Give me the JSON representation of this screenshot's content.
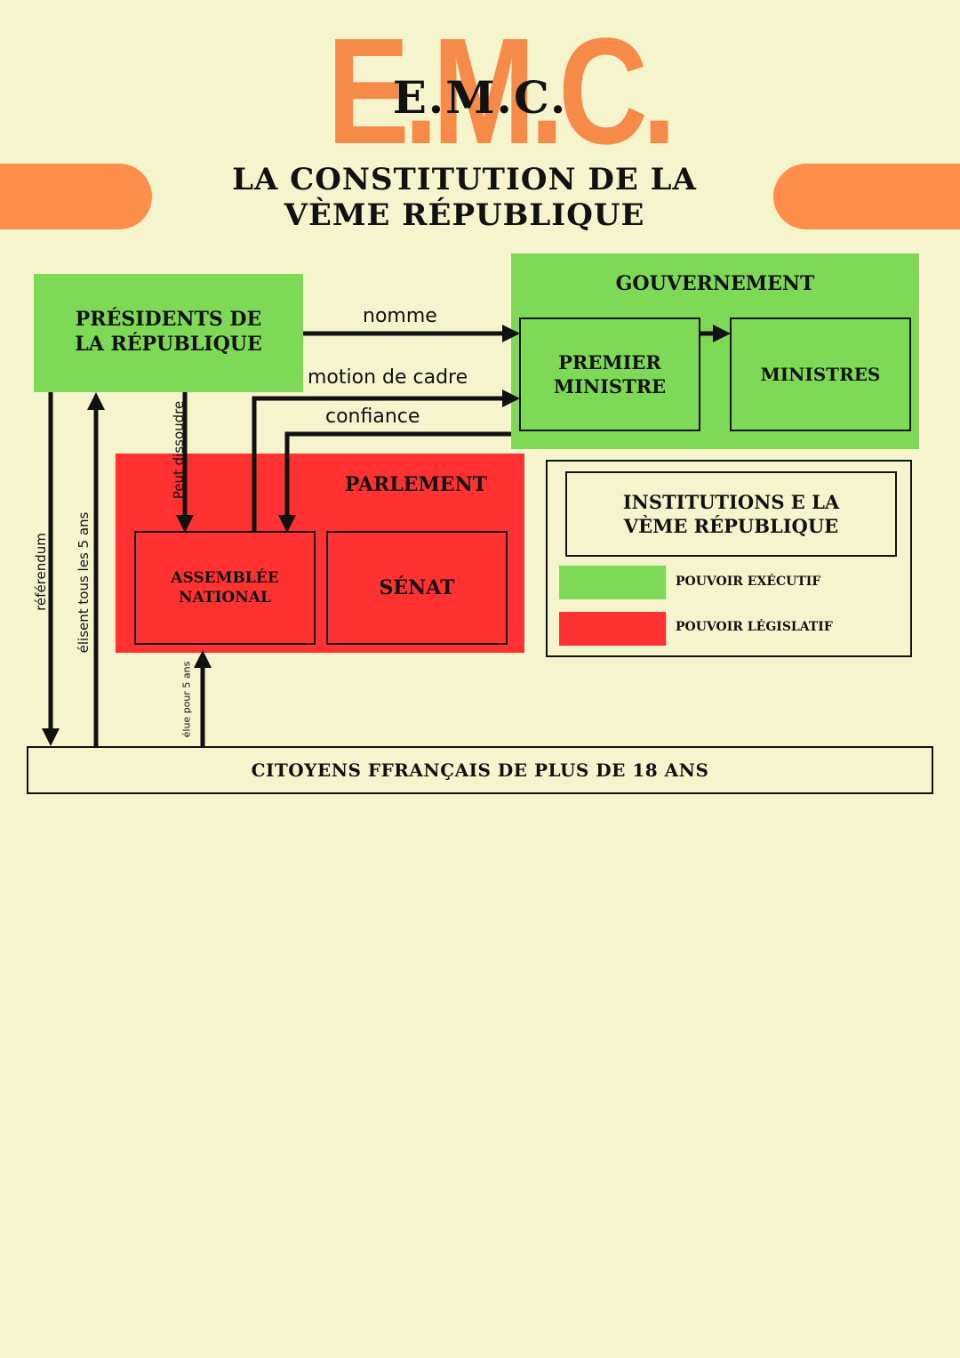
{
  "header": {
    "bg_title": "E.M.C.",
    "title": "E.M.C.",
    "subtitle_line1": "LA CONSTITUTION DE LA",
    "subtitle_line2": "VÈME RÉPUBLIQUE"
  },
  "nodes": {
    "president_line1": "PRÉSIDENTS DE",
    "president_line2": "LA RÉPUBLIQUE",
    "gouvernement": "GOUVERNEMENT",
    "premier_line1": "PREMIER",
    "premier_line2": "MINISTRE",
    "ministres": "MINISTRES",
    "parlement": "PARLEMENT",
    "assemblee_line1": "ASSEMBLÉE",
    "assemblee_line2": "NATIONAL",
    "senat": "SÉNAT",
    "citoyens": "CITOYENS FFRANÇAIS DE PLUS DE 18 ANS"
  },
  "edges": {
    "nomme": "nomme",
    "motion": "motion de cadre",
    "confiance": "confiance",
    "dissoudre": "Peut dissoudre",
    "referendum": "référendum",
    "elisent": "élisent tous les 5 ans",
    "elue": "élue pour 5 ans"
  },
  "legend": {
    "title_line1": "INSTITUTIONS E LA",
    "title_line2": "VÈME RÉPUBLIQUE",
    "executif": "POUVOIR EXÉCUTIF",
    "legislatif": "POUVOIR LÉGISLATIF"
  },
  "colors": {
    "background": "#f5f4cd",
    "accent": "#fd8f4b",
    "executif": "#7ed957",
    "legislatif": "#ff3131"
  }
}
